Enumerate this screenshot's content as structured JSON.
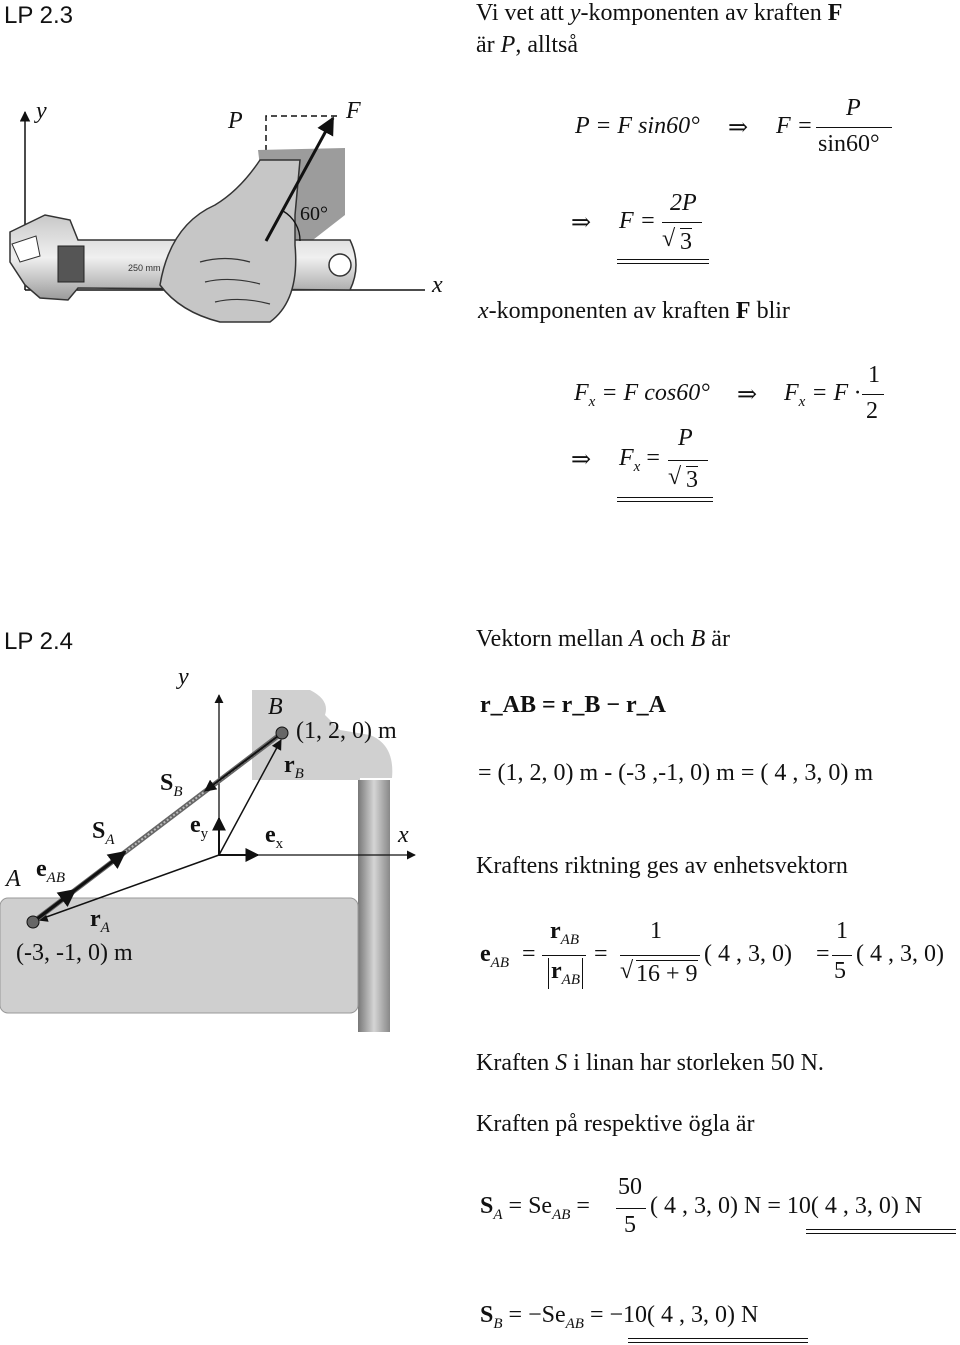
{
  "lp23": {
    "heading": "LP 2.3",
    "intro_l1_a": "Vi vet att ",
    "intro_l1_var": "y",
    "intro_l1_b": "-komponenten av kraften ",
    "intro_l1_F": "F",
    "intro_l2_a": "är ",
    "intro_l2_var": "P",
    "intro_l2_b": ", alltså",
    "fig": {
      "y_label": "y",
      "x_label": "x",
      "P_label": "P",
      "F_label": "F",
      "angle_label": "60°",
      "wrench_text": "250 mm"
    },
    "eq1": {
      "lhs": "P = F sin60°",
      "implies": "⇒",
      "rhs_left": "F =",
      "num": "P",
      "den": "sin60°"
    },
    "eq2": {
      "implies": "⇒",
      "lhs": "F =",
      "num": "2P",
      "den": "3"
    },
    "xcomp_a": "x",
    "xcomp_b": "-komponenten av kraften ",
    "xcomp_F": "F",
    "xcomp_c": " blir",
    "eq3": {
      "lhs": "F",
      "lhs_sub": "x",
      "mid": "= F cos60°",
      "implies": "⇒",
      "rhs_F": "F",
      "rhs_sub": "x",
      "rhs_mid": "= F ·",
      "num": "1",
      "den": "2"
    },
    "eq4": {
      "implies": "⇒",
      "lhs": "F",
      "lhs_sub": "x",
      "eq": "=",
      "num": "P",
      "den": "3"
    }
  },
  "lp24": {
    "heading": "LP 2.4",
    "fig": {
      "y_label": "y",
      "x_label": "x",
      "A_label": "A",
      "B_label": "B",
      "B_coords": "(1, 2, 0) m",
      "A_coords": "(-3, -1, 0) m",
      "rB": "r",
      "rB_sub": "B",
      "rA": "r",
      "rA_sub": "A",
      "SB": "S",
      "SB_sub": "B",
      "SA": "S",
      "SA_sub": "A",
      "eAB": "e",
      "eAB_sub": "AB",
      "ey": "e",
      "ey_sub": "y",
      "ex": "e",
      "ex_sub": "x"
    },
    "intro_a": "Vektorn mellan ",
    "intro_A": "A",
    "intro_b": " och ",
    "intro_B": "B",
    "intro_c": " är",
    "eq1": "r_AB = r_B − r_A",
    "eq2": "= (1, 2, 0) m - (-3 ,-1, 0) m = ( 4 , 3, 0) m",
    "riktning": "Kraftens riktning ges av enhetsvektorn",
    "eq3": {
      "lhs": "e",
      "lhs_sub": "AB",
      "frac1_num": "r",
      "frac1_num_sub": "AB",
      "frac1_den": "r",
      "frac1_den_sub": "AB",
      "frac2_num": "1",
      "frac2_den": "16 + 9",
      "vec1": "( 4 , 3, 0)",
      "frac3_num": "1",
      "frac3_den": "5",
      "vec2": "( 4 , 3, 0)"
    },
    "storlek_a": "Kraften ",
    "storlek_S": "S",
    "storlek_b": " i linan har storleken 50 N.",
    "ogla": "Kraften på respektive ögla är",
    "eq4": {
      "lhs": "S",
      "lhs_sub": "A",
      "mid": "= Se",
      "mid_sub": "AB",
      "eq": "=",
      "num": "50",
      "den": "5",
      "rest": "( 4 , 3, 0) N = 10( 4 , 3, 0) N"
    },
    "eq5": {
      "lhs": "S",
      "lhs_sub": "B",
      "mid": "= −Se",
      "mid_sub": "AB",
      "rest": "= −10( 4 , 3, 0) N"
    }
  }
}
